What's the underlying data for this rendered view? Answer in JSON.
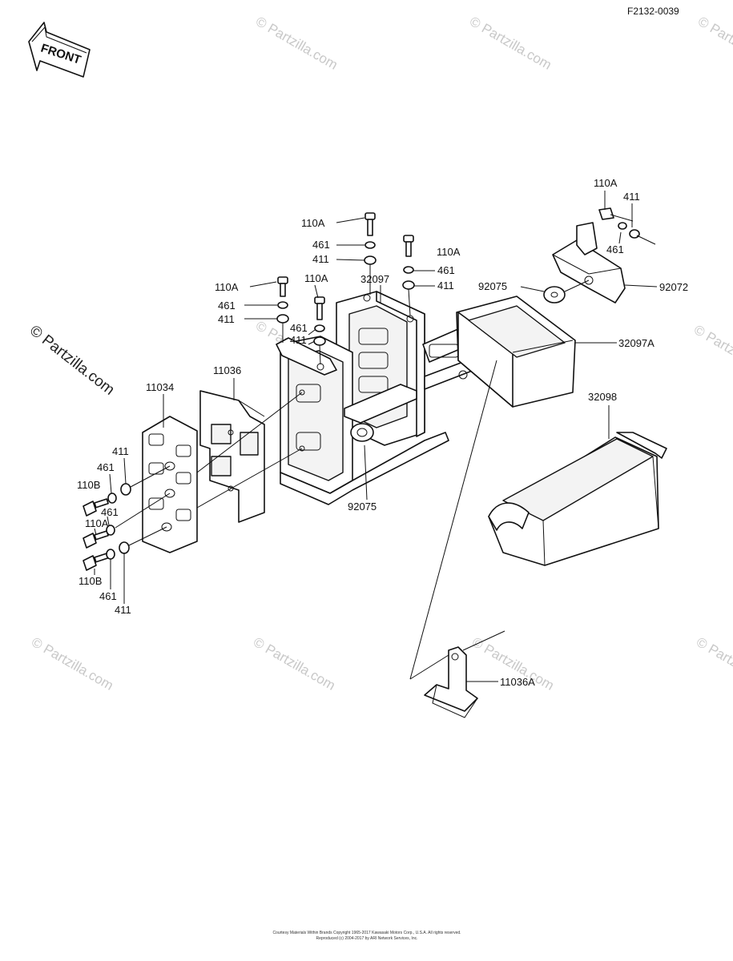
{
  "diagram_code": "F2132-0039",
  "front_label": "FRONT",
  "watermark": "© Partzilla.com",
  "copyright_line1": "Courtesy Materials Within Brands Copyright 1965-2017 Kawasaki Motors Corp., U.S.A. All rights reserved.",
  "copyright_line2": "Reproduced (c) 2004-2017 by ARI Network Services, Inc.",
  "labels": {
    "p110a_top_center": "110A",
    "p461_top_center": "461",
    "p411_top_center": "411",
    "p110a_top_right": "110A",
    "p461_top_right": "461",
    "p411_top_right": "411",
    "p32097": "32097",
    "p110a_mid": "110A",
    "p461_mid_right": "461",
    "p411_mid_right": "411",
    "p110a_left": "110A",
    "p461_left": "461",
    "p411_left": "411",
    "p110a_far_right": "110A",
    "p411_far_right": "411",
    "p461_far_right": "461",
    "p92075_right": "92075",
    "p92072": "92072",
    "p32097a": "32097A",
    "p32098": "32098",
    "p11036": "11036",
    "p11034": "11034",
    "p92075_bottom": "92075",
    "p411_cluster_top": "411",
    "p461_cluster_top": "461",
    "p110b_top": "110B",
    "p461_cluster_mid": "461",
    "p110a_cluster": "110A",
    "p110b_bottom": "110B",
    "p461_cluster_bottom": "461",
    "p411_cluster_bottom": "411",
    "p11036a": "11036A"
  }
}
